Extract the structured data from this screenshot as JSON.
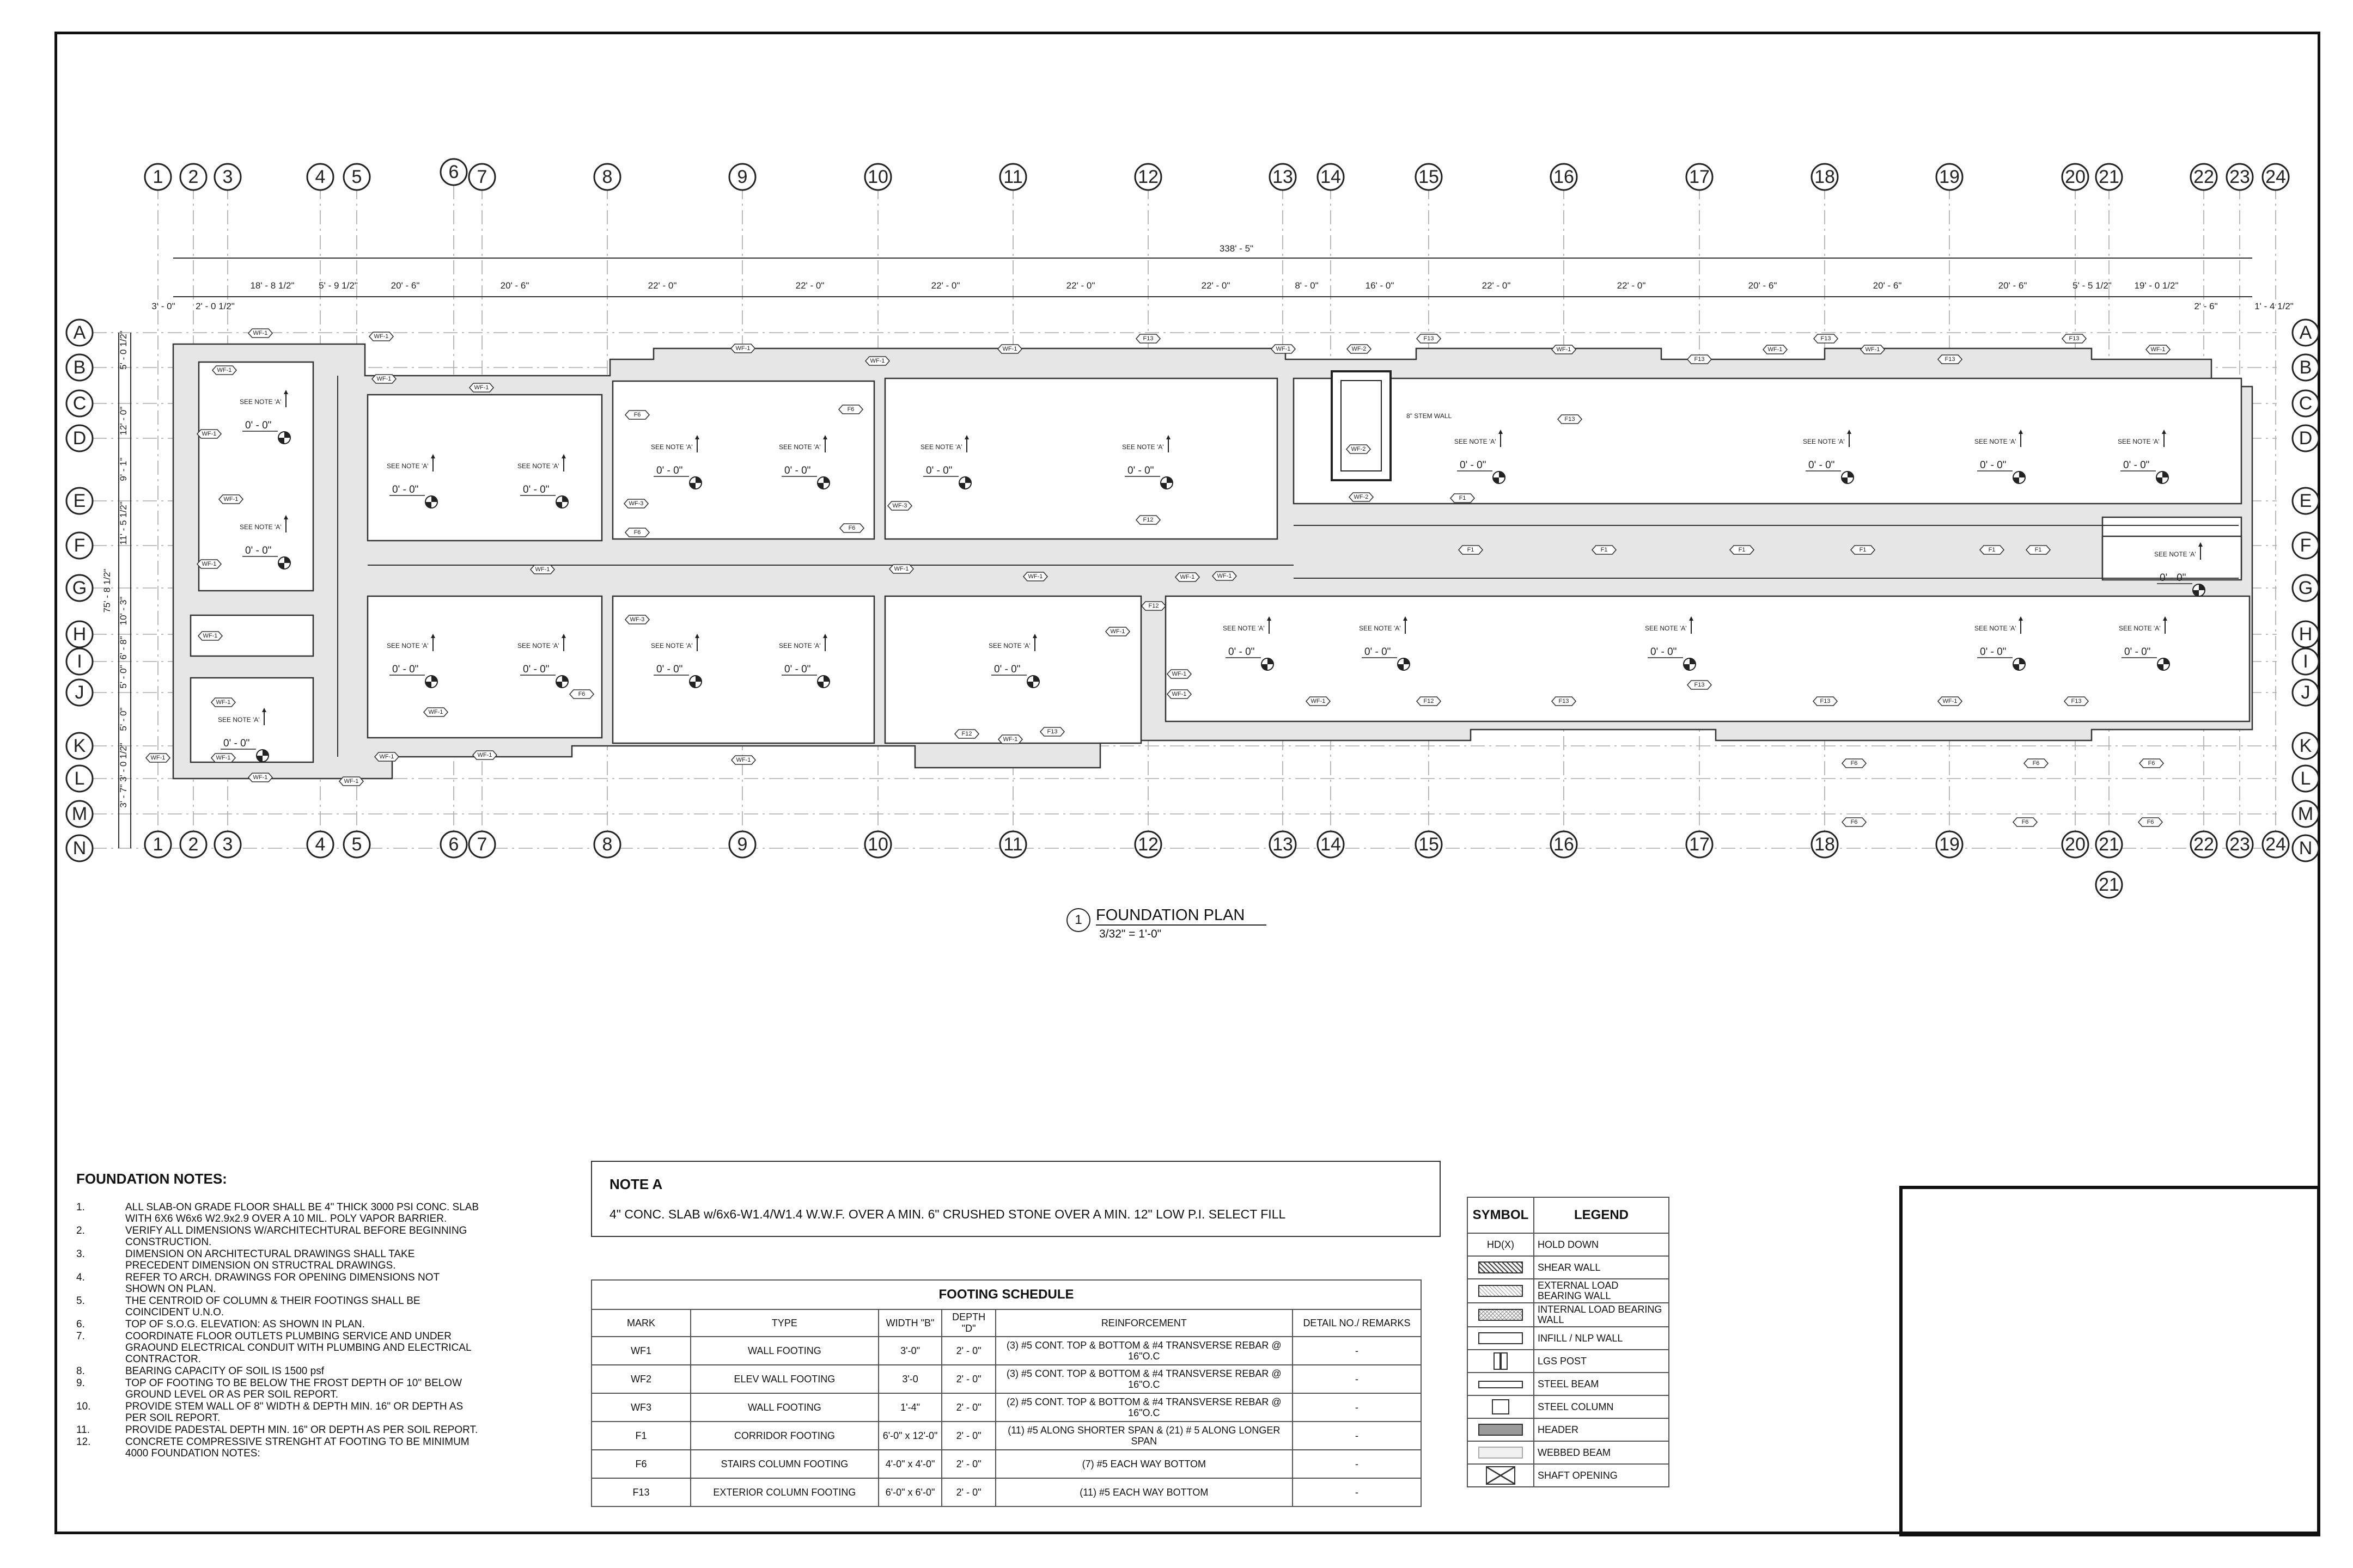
{
  "grid": {
    "columns": [
      "1",
      "2",
      "3",
      "4",
      "5",
      "6",
      "7",
      "8",
      "9",
      "10",
      "11",
      "12",
      "13",
      "14",
      "15",
      "16",
      "17",
      "18",
      "19",
      "20",
      "21",
      "22",
      "23",
      "24"
    ],
    "rows": [
      "A",
      "B",
      "C",
      "D",
      "E",
      "F",
      "G",
      "H",
      "I",
      "J",
      "K",
      "L",
      "M",
      "N"
    ],
    "extra_bottom_label": "21"
  },
  "dimensions": {
    "overall": "338' - 5\"",
    "top_segments": [
      "3' - 0\"",
      "2' - 0 1/2\"",
      "18' - 8 1/2\"",
      "5' - 9 1/2\"",
      "20' - 6\"",
      "20' - 6\"",
      "22' - 0\"",
      "22' - 0\"",
      "22' - 0\"",
      "22' - 0\"",
      "22' - 0\"",
      "8' - 0\"",
      "16' - 0\"",
      "22' - 0\"",
      "22' - 0\"",
      "20' - 6\"",
      "20' - 6\"",
      "20' - 6\"",
      "5' - 5 1/2\"",
      "19' - 0 1/2\"",
      "2' - 6\"",
      "1' - 4 1/2\""
    ],
    "left_overall": "75' - 8 1/2\"",
    "left_segments": [
      "5' - 0 1/2\"",
      "12' - 0\"",
      "9' - 1\"",
      "11' - 5 1/2\"",
      "10' - 3\"",
      "6' - 8\"",
      "5' - 0\"",
      "5' - 0\"",
      "3' - 0 1/2\"",
      "3' - 7\""
    ]
  },
  "plan": {
    "tags": {
      "wf1": "WF-1",
      "wf2": "WF-2",
      "wf3": "WF-3",
      "f1": "F1",
      "f6": "F6",
      "f12": "F12",
      "f13": "F13"
    },
    "see_note": "SEE NOTE 'A'",
    "elevation": "0' - 0\"",
    "stem_wall": "8\" STEM WALL"
  },
  "plan_title": {
    "number": "1",
    "name": "FOUNDATION PLAN",
    "scale": "3/32\" = 1'-0\""
  },
  "foundation_notes": {
    "title": "FOUNDATION NOTES:",
    "items": [
      {
        "n": "1.",
        "t": "ALL SLAB-ON GRADE FLOOR SHALL BE 4\" THICK 3000 PSI CONC. SLAB WITH 6X6 W6x6 W2.9x2.9 OVER A 10 MIL. POLY VAPOR BARRIER."
      },
      {
        "n": "2.",
        "t": "VERIFY ALL DIMENSIONS W/ARCHITECHTURAL BEFORE BEGINNING CONSTRUCTION."
      },
      {
        "n": "3.",
        "t": "DIMENSION ON ARCHITECTURAL DRAWINGS SHALL TAKE PRECEDENT DIMENSION ON STRUCTRAL DRAWINGS."
      },
      {
        "n": "4.",
        "t": "REFER TO ARCH. DRAWINGS FOR OPENING DIMENSIONS NOT SHOWN ON PLAN."
      },
      {
        "n": "5.",
        "t": "THE CENTROID OF COLUMN & THEIR FOOTINGS SHALL BE COINCIDENT U.N.O."
      },
      {
        "n": "6.",
        "t": "TOP OF S.O.G. ELEVATION: AS SHOWN IN PLAN."
      },
      {
        "n": "7.",
        "t": "COORDINATE FLOOR OUTLETS PLUMBING SERVICE AND UNDER GRAOUND ELECTRICAL CONDUIT WITH PLUMBING AND ELECTRICAL CONTRACTOR."
      },
      {
        "n": "8.",
        "t": "BEARING CAPACITY OF SOIL IS 1500 psf"
      },
      {
        "n": "9.",
        "t": "TOP OF FOOTING TO BE BELOW THE FROST DEPTH OF 10\" BELOW GROUND LEVEL OR AS PER SOIL REPORT."
      },
      {
        "n": "10.",
        "t": "PROVIDE STEM WALL OF 8\" WIDTH & DEPTH MIN. 16\" OR DEPTH AS PER SOIL REPORT."
      },
      {
        "n": "11.",
        "t": "PROVIDE PADESTAL DEPTH MIN. 16\" OR DEPTH AS PER SOIL REPORT."
      },
      {
        "n": "12.",
        "t": "CONCRETE COMPRESSIVE STRENGHT AT FOOTING TO BE MINIMUM 4000 FOUNDATION NOTES:"
      }
    ]
  },
  "note_a": {
    "title": "NOTE A",
    "body": "4\" CONC. SLAB w/6x6-W1.4/W1.4 W.W.F. OVER A MIN. 6\" CRUSHED STONE OVER A MIN. 12\" LOW P.I. SELECT FILL"
  },
  "footing_schedule": {
    "title": "FOOTING SCHEDULE",
    "headers": [
      "MARK",
      "TYPE",
      "WIDTH \"B\"",
      "DEPTH \"D\"",
      "REINFORCEMENT",
      "DETAIL NO./ REMARKS"
    ],
    "rows": [
      [
        "WF1",
        "WALL FOOTING",
        "3'-0\"",
        "2' - 0\"",
        "(3) #5 CONT. TOP & BOTTOM & #4 TRANSVERSE REBAR @ 16\"O.C",
        "-"
      ],
      [
        "WF2",
        "ELEV WALL FOOTING",
        "3'-0",
        "2' - 0\"",
        "(3) #5 CONT. TOP & BOTTOM & #4 TRANSVERSE REBAR @ 16\"O.C",
        "-"
      ],
      [
        "WF3",
        "WALL FOOTING",
        "1'-4\"",
        "2' - 0\"",
        "(2) #5  CONT. TOP & BOTTOM & #4 TRANSVERSE REBAR @ 16\"O.C",
        "-"
      ],
      [
        "F1",
        "CORRIDOR FOOTING",
        "6'-0\" x 12'-0\"",
        "2' - 0\"",
        "(11) #5 ALONG SHORTER SPAN & (21) # 5  ALONG LONGER SPAN",
        "-"
      ],
      [
        "F6",
        "STAIRS COLUMN FOOTING",
        "4'-0\" x 4'-0\"",
        "2' - 0\"",
        "(7) #5 EACH WAY BOTTOM",
        "-"
      ],
      [
        "F13",
        "EXTERIOR COLUMN FOOTING",
        "6'-0\" x 6'-0\"",
        "2' - 0\"",
        "(11) #5 EACH WAY BOTTOM",
        "-"
      ]
    ]
  },
  "legend": {
    "headers": [
      "SYMBOL",
      "LEGEND"
    ],
    "rows": [
      {
        "symbol_text": "HD(X)",
        "label": "HOLD DOWN",
        "icon": "hold-down"
      },
      {
        "symbol_text": "",
        "label": "SHEAR WALL",
        "icon": "shear-wall-hatch"
      },
      {
        "symbol_text": "",
        "label": "EXTERNAL LOAD BEARING WALL",
        "icon": "external-wall-hatch"
      },
      {
        "symbol_text": "",
        "label": "INTERNAL LOAD BEARING WALL",
        "icon": "internal-wall-crosshatch"
      },
      {
        "symbol_text": "",
        "label": "INFILL / NLP WALL",
        "icon": "infill-wall"
      },
      {
        "symbol_text": "",
        "label": "LGS POST",
        "icon": "lgs-post"
      },
      {
        "symbol_text": "",
        "label": "STEEL BEAM",
        "icon": "steel-beam"
      },
      {
        "symbol_text": "",
        "label": "STEEL COLUMN",
        "icon": "steel-column"
      },
      {
        "symbol_text": "",
        "label": "HEADER",
        "icon": "header"
      },
      {
        "symbol_text": "",
        "label": "WEBBED BEAM",
        "icon": "webbed-beam"
      },
      {
        "symbol_text": "",
        "label": "SHAFT OPENING",
        "icon": "shaft-opening"
      }
    ]
  }
}
